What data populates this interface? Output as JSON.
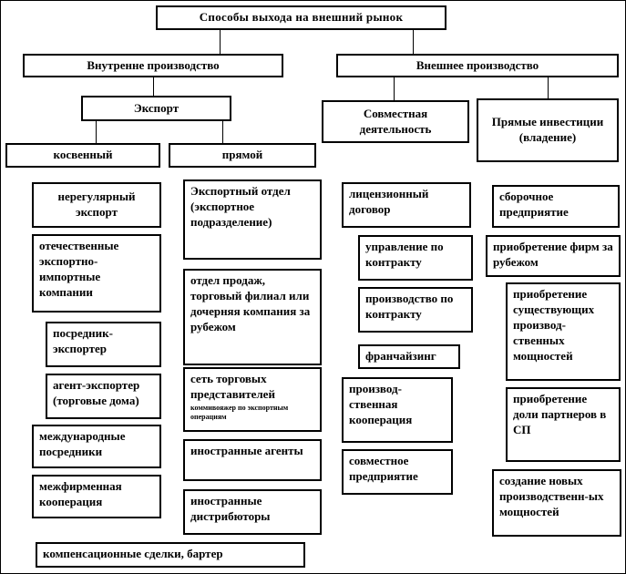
{
  "diagram": {
    "title": "Способы выхода на внешний рынок",
    "production": {
      "internal": "Внутренне производство",
      "external": "Внешнее производство"
    },
    "export": {
      "label": "Экспорт",
      "indirect": {
        "label": "косвенный",
        "items": {
          "irregular": "нерегулярный экспорт",
          "domestic": "отечественные экспортно-импортные компании",
          "intermediary": "посредник-экспортер",
          "agent": "агент-экспортер (торговые дома)",
          "international": "международные посредники",
          "interfirm": "межфирменная кооперация"
        }
      },
      "direct": {
        "label": "прямой",
        "items": {
          "export_dept": "Экспортный отдел (экспортное подразделение)",
          "sales_dept": "отдел продаж, торговый филиал или дочерняя компания за рубежом",
          "sales_network": "сеть торговых представителей",
          "sales_network_note": "коммивояжер по экспортным операциям",
          "foreign_agents": "иностранные агенты",
          "foreign_distributors": "иностранные дистрибюторы"
        }
      }
    },
    "joint_activity": {
      "label": "Совместная деятельность",
      "items": {
        "license": "лицензионный договор",
        "contract_management": "управление по контракту",
        "contract_production": "производство по контракту",
        "franchising": "франчайзинг",
        "production_cooperation": "производ-ственная кооперация",
        "joint_venture": "совместное предприятие"
      }
    },
    "direct_investment": {
      "label": "Прямые инвестиции (владение)",
      "items": {
        "assembly": "сборочное предприятие",
        "firm_acquisition": "приобретение фирм за рубежом",
        "existing_capacity": "приобретение существующих производ-ственных мощностей",
        "partner_share": "приобретение доли партнеров в СП",
        "new_capacity": "создание новых производственн-ых мощностей"
      }
    },
    "barter": "компенсационные сделки, бартер"
  }
}
